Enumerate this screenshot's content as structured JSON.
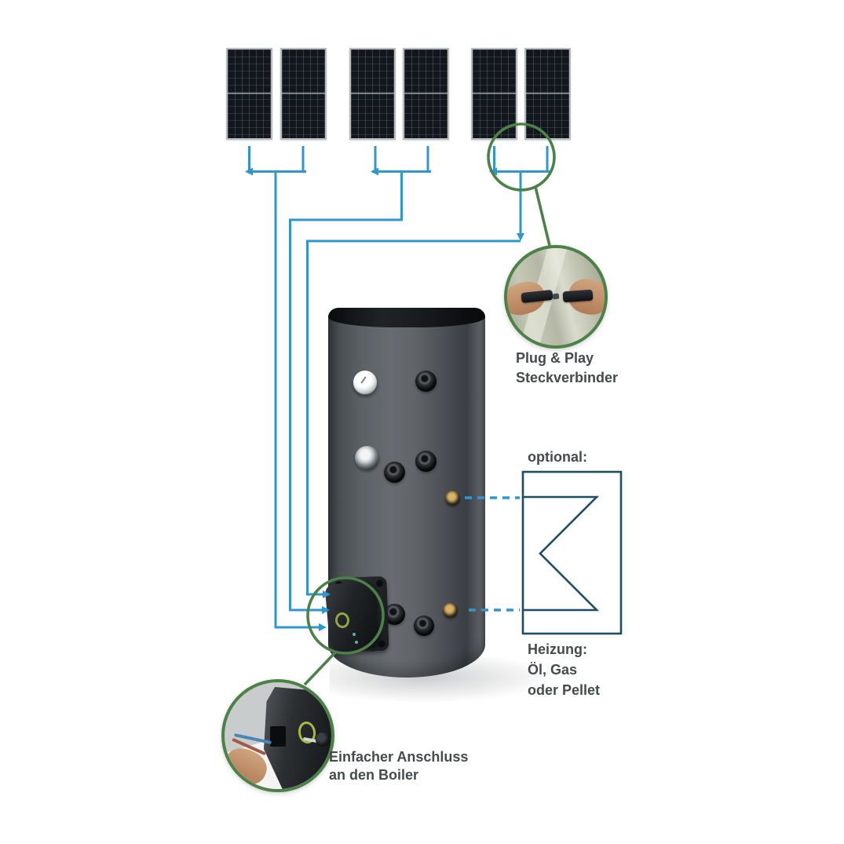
{
  "diagram": {
    "kind": "solar-boiler-wiring-diagram",
    "solar_panels": {
      "count": 6,
      "string_pairs": 3
    },
    "captions": {
      "plug_play": [
        "Plug & Play",
        "Steckverbinder"
      ],
      "optional": "optional:",
      "heating": [
        "Heizung:",
        "Öl, Gas",
        "oder Pellet"
      ],
      "boiler_connection": [
        "Einfacher Anschluss",
        "an den Boiler"
      ]
    },
    "colors": {
      "wire_blue": "#2e97d0",
      "highlight_green": "#4c8148",
      "symbol_navy": "#1d4d66",
      "caption_gray": "#464a4c"
    },
    "icons": [
      "solar-panel",
      "boiler-tank",
      "heater-coil-symbol",
      "mc4-connector-photo",
      "boiler-connection-photo"
    ]
  }
}
